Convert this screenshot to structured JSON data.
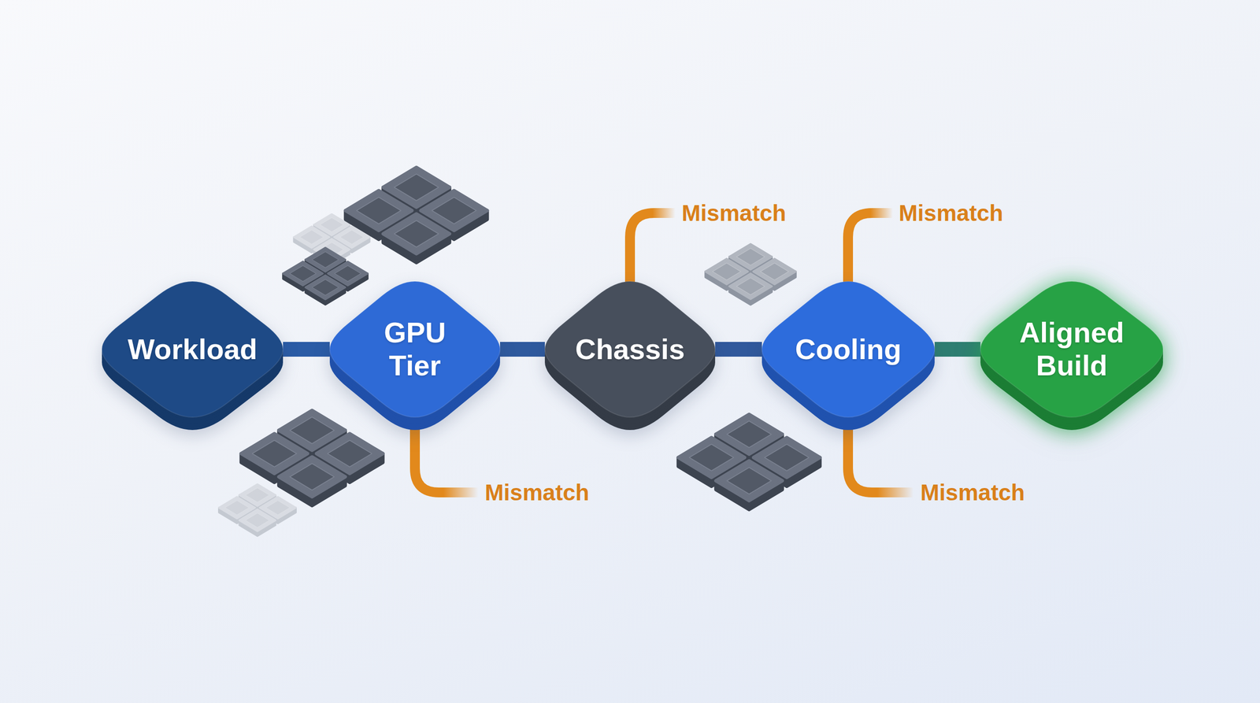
{
  "diagram": {
    "nodes": [
      {
        "text": [
          "Workload"
        ]
      },
      {
        "text": [
          "GPU Tier"
        ]
      },
      {
        "text": [
          "Chassis"
        ]
      },
      {
        "text": [
          "Cooling"
        ]
      },
      {
        "text": [
          "Aligned Build"
        ]
      }
    ],
    "edges": [
      {
        "from": 0,
        "to": 1,
        "arrow": "none"
      },
      {
        "from": 1,
        "to": 2,
        "arrow": "none"
      },
      {
        "from": 2,
        "to": 3,
        "arrow": "none"
      },
      {
        "from": 3,
        "to": 4,
        "arrow": "none"
      }
    ],
    "labels": [
      "Mismatch",
      "Mismatch",
      "Mismatch",
      "Mismatch"
    ]
  }
}
